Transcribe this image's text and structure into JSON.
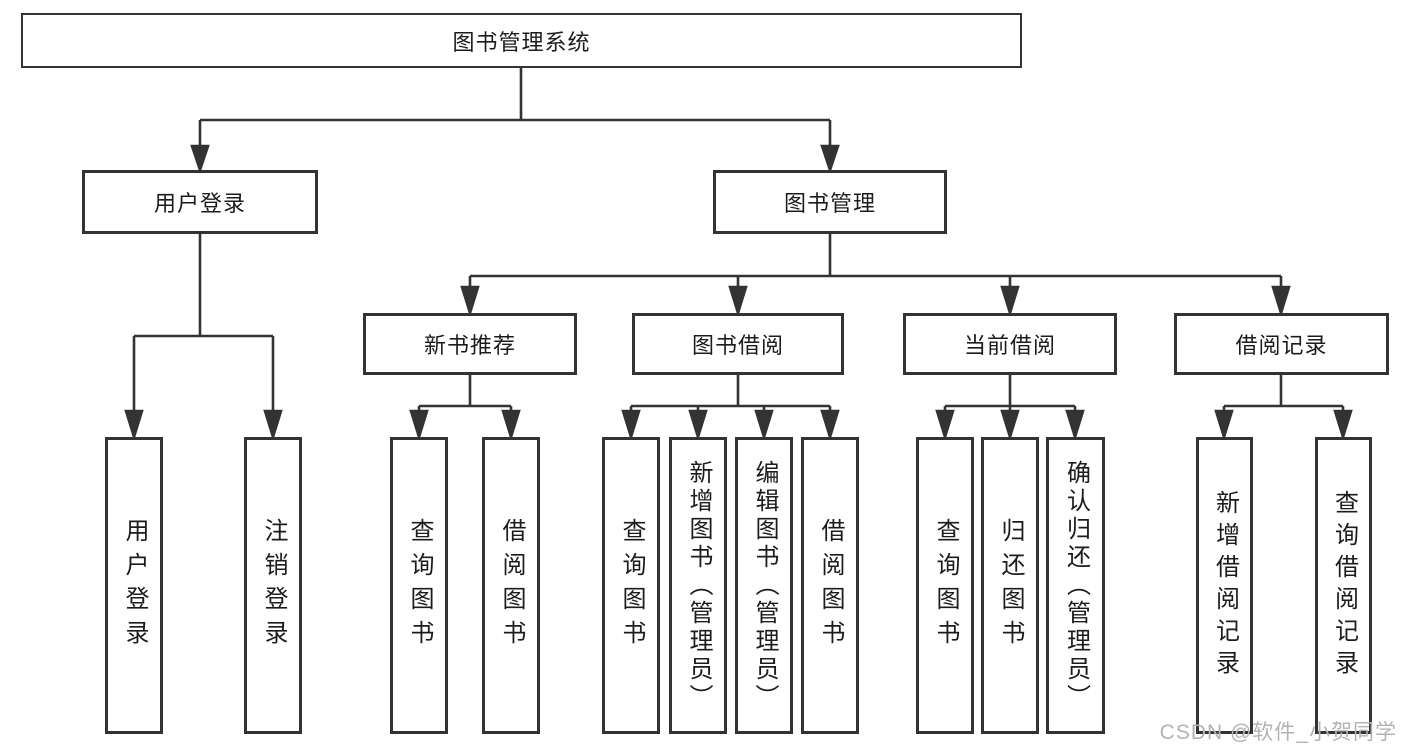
{
  "diagram": {
    "root": {
      "label": "图书管理系统"
    },
    "branches": [
      {
        "label": "用户登录",
        "leaves": [
          {
            "label": "用户登录"
          },
          {
            "label": "注销登录"
          }
        ]
      },
      {
        "label": "图书管理",
        "groups": [
          {
            "label": "新书推荐",
            "leaves": [
              {
                "label": "查询图书"
              },
              {
                "label": "借阅图书"
              }
            ]
          },
          {
            "label": "图书借阅",
            "leaves": [
              {
                "label": "查询图书"
              },
              {
                "label": "新增图书（管理员）"
              },
              {
                "label": "编辑图书（管理员）"
              },
              {
                "label": "借阅图书"
              }
            ]
          },
          {
            "label": "当前借阅",
            "leaves": [
              {
                "label": "查询图书"
              },
              {
                "label": "归还图书"
              },
              {
                "label": "确认归还（管理员）"
              }
            ]
          },
          {
            "label": "借阅记录",
            "leaves": [
              {
                "label": "新增借阅记录"
              },
              {
                "label": "查询借阅记录"
              }
            ]
          }
        ]
      }
    ]
  },
  "watermark": {
    "text": "CSDN @软件_小贺同学"
  },
  "colors": {
    "line": "#333333",
    "text": "#1c1c1c",
    "watermark": "#b3b3b3",
    "background": "#ffffff"
  }
}
